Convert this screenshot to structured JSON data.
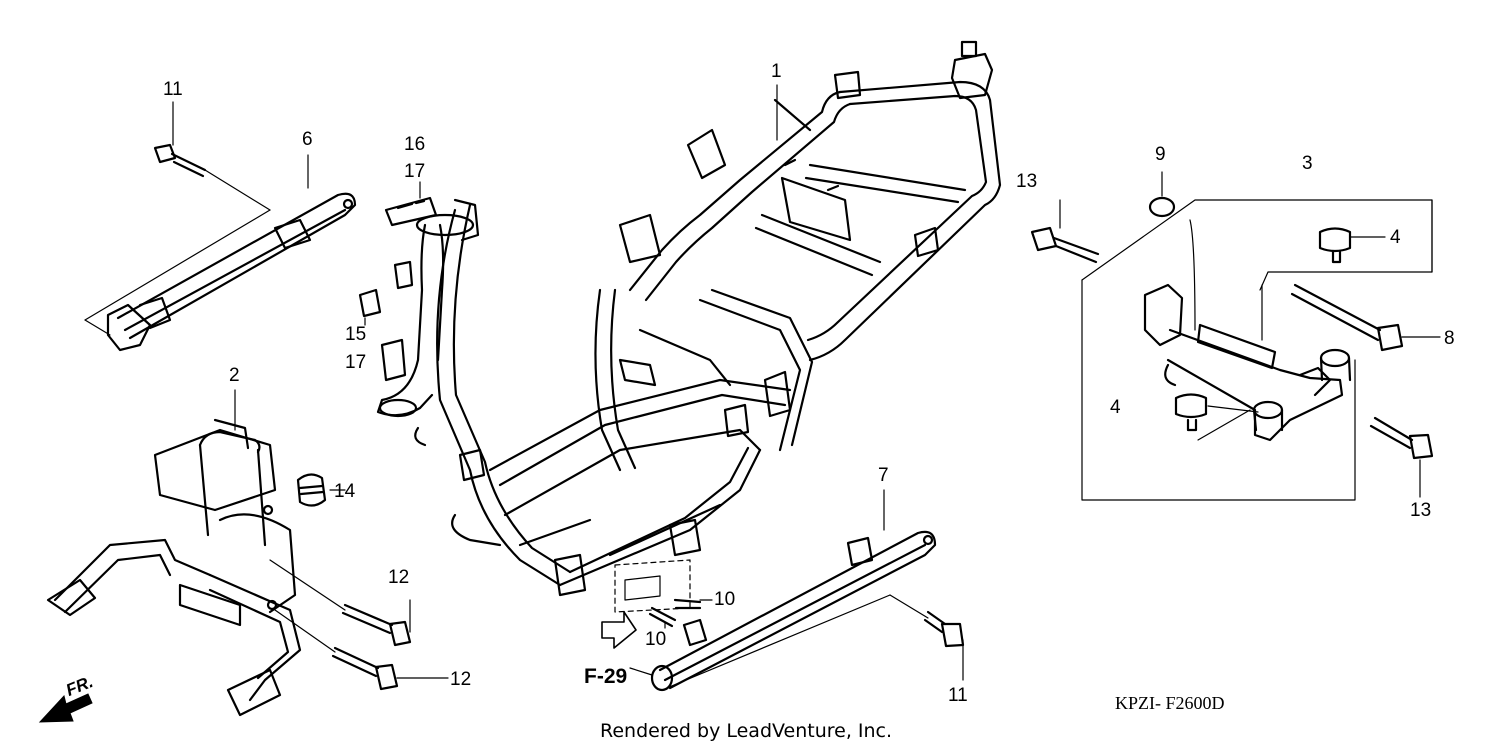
{
  "diagram": {
    "callouts": {
      "p1": "1",
      "p2": "2",
      "p3": "3",
      "p4a": "4",
      "p4b": "4",
      "p6": "6",
      "p7": "7",
      "p8": "8",
      "p9": "9",
      "p10a": "10",
      "p10b": "10",
      "p11a": "11",
      "p11b": "11",
      "p12a": "12",
      "p12b": "12",
      "p13a": "13",
      "p13b": "13",
      "p14": "14",
      "p15": "15",
      "p16": "16",
      "p17a": "17",
      "p17b": "17"
    },
    "reference": "F-29",
    "front_marker": "FR.",
    "diagram_code": "KPZI- F2600D",
    "footer": "Rendered by LeadVenture, Inc."
  }
}
